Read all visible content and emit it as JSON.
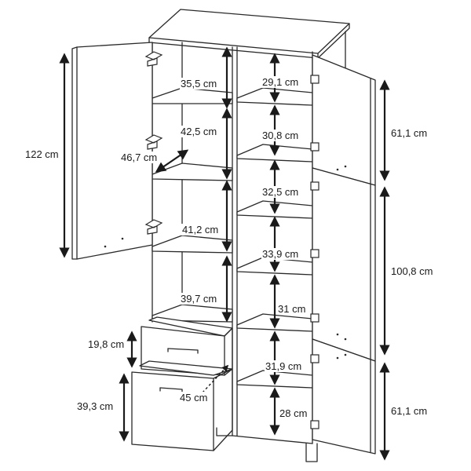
{
  "dimensions": {
    "total_height": "122 cm",
    "depth": "46,7 cm",
    "drawer_small_height": "19,8 cm",
    "drawer_large_height": "39,3 cm",
    "drawer_depth": "45 cm",
    "left_compartments": [
      "35,5 cm",
      "42,5 cm",
      "41,2 cm",
      "39,7 cm"
    ],
    "right_compartments": [
      "29,1 cm",
      "30,8 cm",
      "32,5 cm",
      "33,9 cm",
      "31 cm",
      "31,9 cm",
      "28 cm"
    ],
    "door_top": "61,1 cm",
    "door_middle": "100,8 cm",
    "door_bottom": "61,1 cm"
  }
}
